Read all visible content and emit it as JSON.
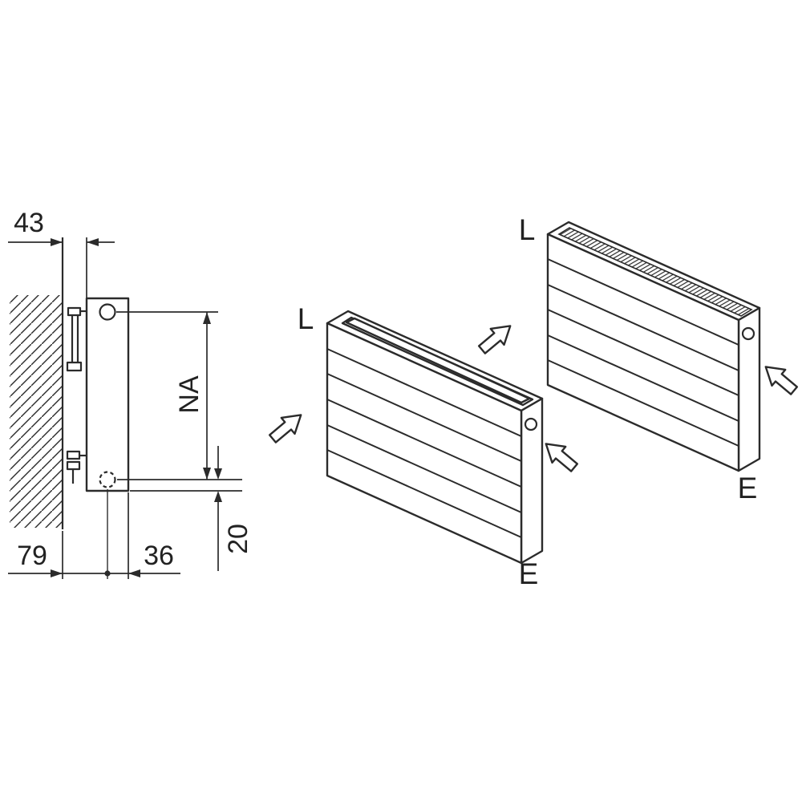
{
  "colors": {
    "background": "#ffffff",
    "line": "#2b2b2b"
  },
  "side_view": {
    "dim_wall_clearance": "43",
    "dim_connection_spacing": "NA",
    "dim_wall_to_pipe": "79",
    "dim_pipe_to_front": "36",
    "dim_bottom_to_pipe": "20"
  },
  "iso_left": {
    "label_l": "L",
    "label_e": "E"
  },
  "iso_right": {
    "label_l": "L",
    "label_e": "E"
  }
}
